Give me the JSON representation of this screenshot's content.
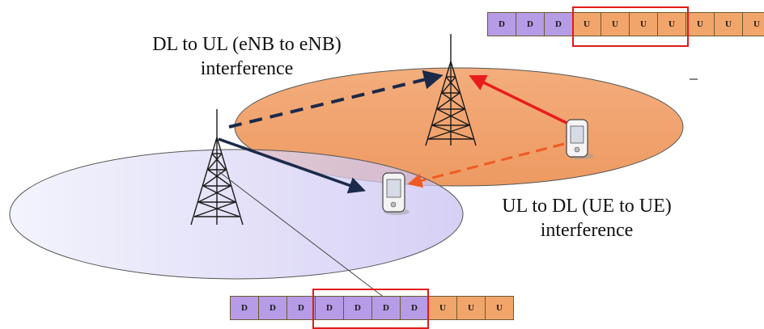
{
  "labels": {
    "dl_to_ul_line1": "DL to UL (eNB to eNB)",
    "dl_to_ul_line2": "interference",
    "ul_to_dl_line1": "UL to DL (UE to UE)",
    "ul_to_dl_line2": "interference"
  },
  "frame_top": [
    "D",
    "D",
    "D",
    "U",
    "U",
    "U",
    "U",
    "U",
    "U",
    "U"
  ],
  "frame_bottom": [
    "D",
    "D",
    "D",
    "D",
    "D",
    "D",
    "D",
    "U",
    "U",
    "U"
  ],
  "colors": {
    "downlink_slot": "#b69be6",
    "uplink_slot": "#f2a56a",
    "highlight": "#e01b1b",
    "cell_left_fill": "#d9d4f5",
    "cell_right_fill": "#f0a26e",
    "arrow_dark": "#1b2a4a",
    "arrow_red": "#e81c1c",
    "arrow_orange": "#f05a22"
  }
}
